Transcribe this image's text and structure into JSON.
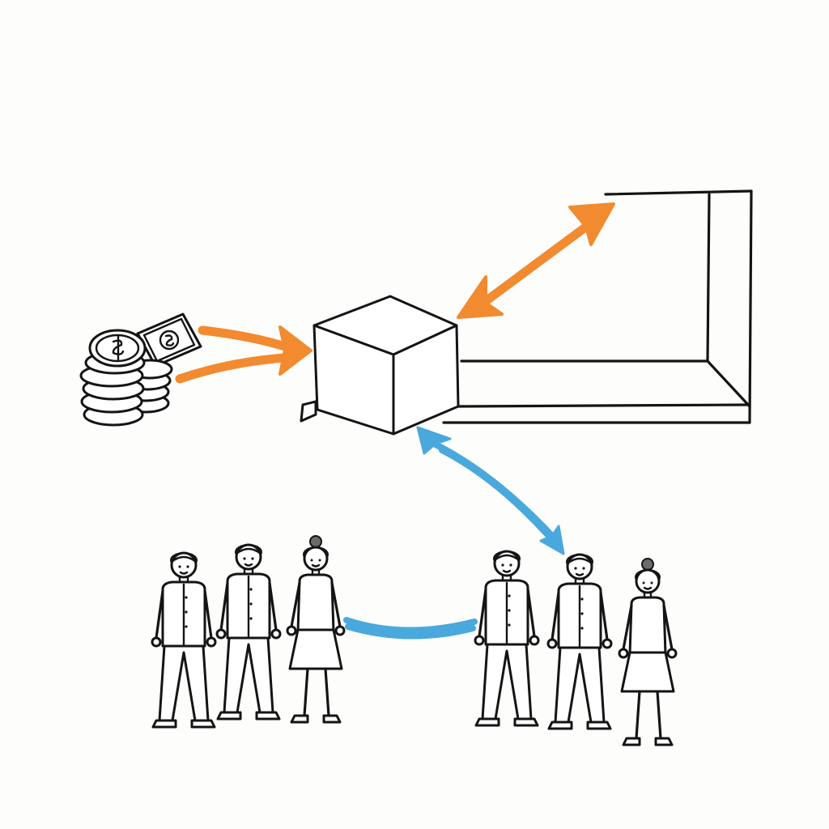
{
  "colors": {
    "ink": "#141414",
    "paper": "#fdfdfb",
    "arrow_orange": "#f28a30",
    "arrow_blue": "#4aa9dc"
  },
  "icons": [
    "coin-stack-icon",
    "banknote-icon",
    "cube-icon",
    "open-box-frame-icon",
    "people-group-icon"
  ],
  "connections": [
    {
      "name": "money-to-cube",
      "color": "orange",
      "direction": "one-way"
    },
    {
      "name": "cube-to-frame",
      "color": "orange",
      "direction": "two-way"
    },
    {
      "name": "cube-to-people",
      "color": "blue",
      "direction": "two-way"
    },
    {
      "name": "group-to-group",
      "color": "blue",
      "direction": "link"
    }
  ]
}
